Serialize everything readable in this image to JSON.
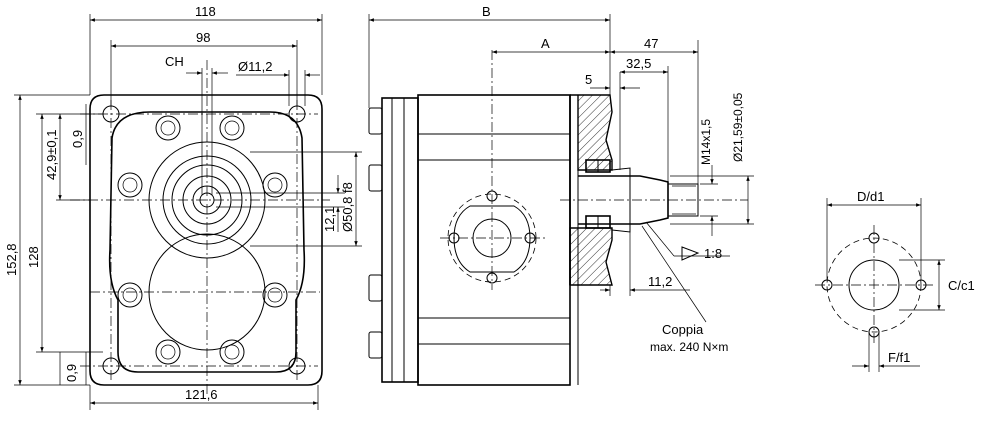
{
  "dimensions": {
    "width_118": "118",
    "width_98": "98",
    "ch": "CH",
    "dia_11_2": "Ø11,2",
    "height_152_8": "152,8",
    "height_128": "128",
    "dim_42_9": "42,9±0,1",
    "dim_0_9_top": "0,9",
    "dim_0_9_bottom": "0,9",
    "width_121_6": "121,6",
    "dim_12_1": "12,1",
    "dia_50_8": "Ø50,8 f8",
    "length_B": "B",
    "length_A": "A",
    "dim_47": "47",
    "dim_32_5": "32,5",
    "dim_5": "5",
    "thread_m14": "M14x1,5",
    "dia_21_59": "Ø21,59±0,05",
    "ratio_1_8": "1:8",
    "dim_11_2": "11,2",
    "torque_label": "Coppia",
    "torque_value": "max. 240 N×m",
    "port_D": "D/d1",
    "port_C": "C/c1",
    "port_F": "F/f1"
  }
}
